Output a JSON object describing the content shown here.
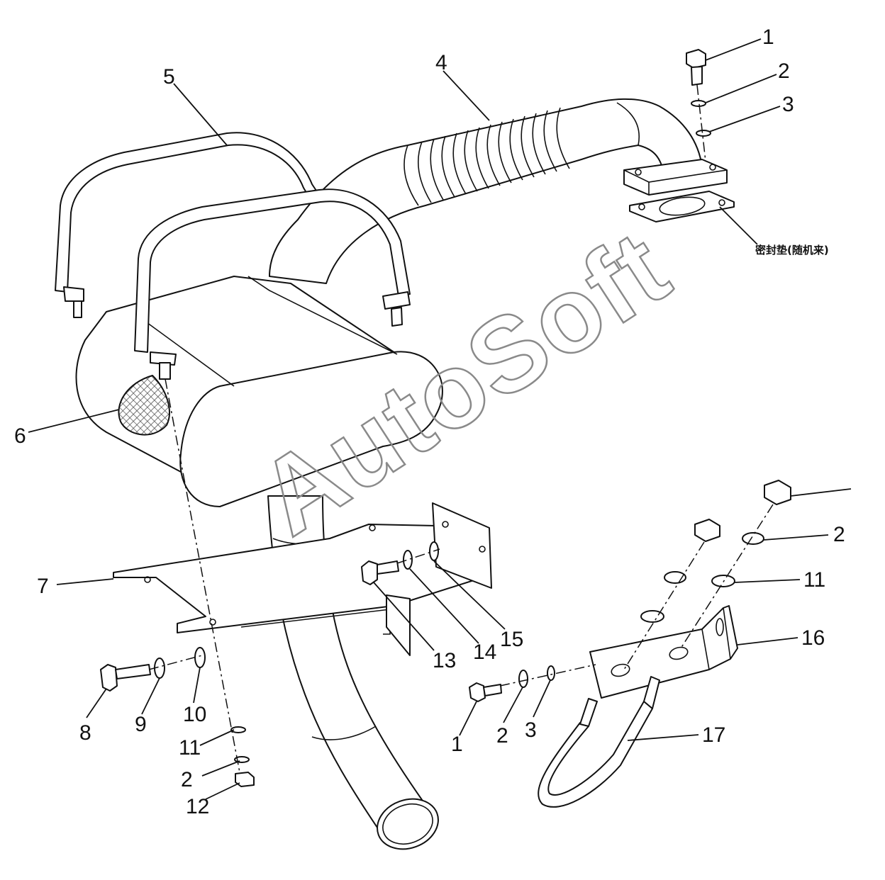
{
  "diagram": {
    "gasket_label": "密封垫(随机来)",
    "watermark": "AutoSoft",
    "callouts": {
      "c1_top": "1",
      "c2_top": "2",
      "c3_top": "3",
      "c4": "4",
      "c5": "5",
      "c6": "6",
      "c7": "7",
      "c8": "8",
      "c9": "9",
      "c10": "10",
      "c11_left": "11",
      "c2_left": "2",
      "c12": "12",
      "c13": "13",
      "c14": "14",
      "c15": "15",
      "c1_right": "1",
      "c2_right_low": "2",
      "c3_right": "3",
      "c2_right_high": "2",
      "c11_right": "11",
      "c16": "16",
      "c17": "17"
    },
    "colors": {
      "line": "#111111",
      "mesh": "#555555",
      "watermark": "#8a8a8a",
      "background": "#ffffff"
    }
  }
}
